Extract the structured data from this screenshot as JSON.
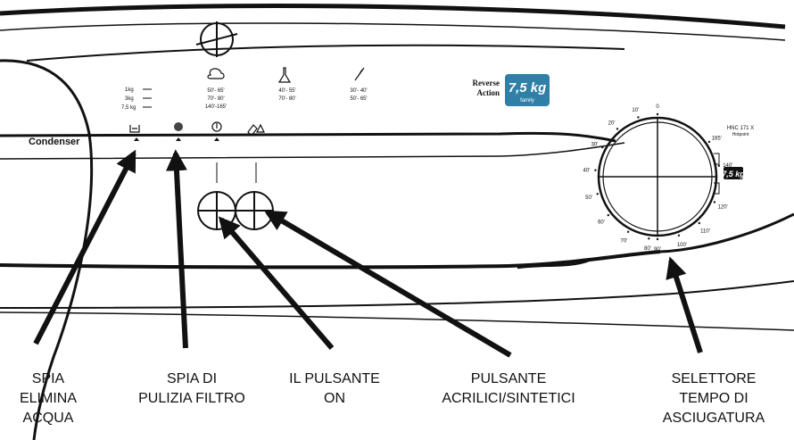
{
  "panel": {
    "brand_label": "Condenser",
    "model_label": "HNC 171 X",
    "model_sub": "Hotpoint",
    "badge": {
      "line1": "Reverse",
      "line2": "Action",
      "capacity": "7,5 kg",
      "family": "family",
      "color": "#2f7fa6"
    },
    "load_rows": [
      "1kg",
      "3kg",
      "7,5 kg"
    ],
    "programs": [
      {
        "icon": "cotton-icon",
        "lines": [
          "50'- 65'",
          "70'- 80'",
          "140'-165'"
        ]
      },
      {
        "icon": "synthetic-flask-icon",
        "lines": [
          "40'- 55'",
          "70'- 80'"
        ]
      },
      {
        "icon": "delicate-feather-icon",
        "lines": [
          "30'- 40'",
          "50'- 65'"
        ]
      }
    ],
    "dial_labels": [
      "0",
      "10'",
      "20'",
      "30'",
      "40'",
      "50'",
      "60'",
      "70'",
      "80'",
      "90'",
      "100'",
      "110'",
      "120'",
      "140'",
      "165'"
    ],
    "dial_side_badge": "7,5 kg"
  },
  "callouts": [
    {
      "lines": [
        "SPIA",
        "ELIMINA",
        "ACQUA"
      ]
    },
    {
      "lines": [
        "SPIA DI",
        "PULIZIA FILTRO"
      ]
    },
    {
      "lines": [
        "IL PULSANTE",
        "ON"
      ]
    },
    {
      "lines": [
        "PULSANTE",
        "ACRILICI/SINTETICI"
      ]
    },
    {
      "lines": [
        "SELETTORE",
        "TEMPO DI",
        "ASCIUGATURA"
      ]
    }
  ]
}
